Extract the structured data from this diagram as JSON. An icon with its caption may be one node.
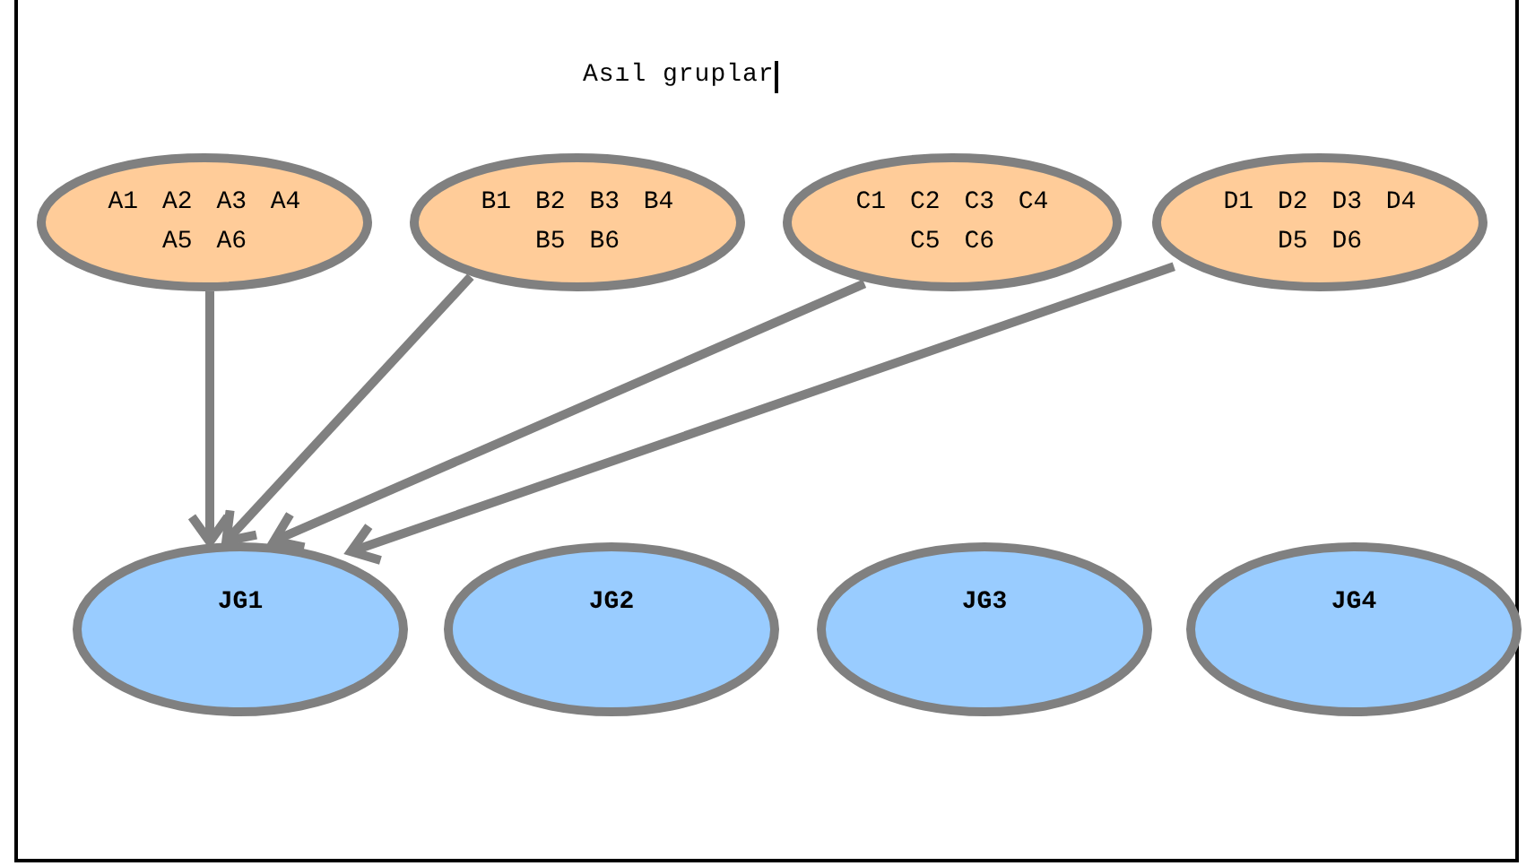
{
  "diagram": {
    "title": "Asıl gruplar",
    "nodes": [
      {
        "text": [
          "A1 A2 A3 A4 A5 A6"
        ]
      },
      {
        "text": [
          "B1 B2 B3 B4 B5 B6"
        ]
      },
      {
        "text": [
          "C1 C2 C3 C4 C5 C6"
        ]
      },
      {
        "text": [
          "D1 D2 D3 D4 D5 D6"
        ]
      },
      {
        "text": [
          "JG1"
        ]
      },
      {
        "text": [
          "JG2"
        ]
      },
      {
        "text": [
          "JG3"
        ]
      },
      {
        "text": [
          "JG4"
        ]
      }
    ],
    "edges": [
      {
        "from": 0,
        "to": 4,
        "arrow": "to"
      },
      {
        "from": 1,
        "to": 4,
        "arrow": "to"
      },
      {
        "from": 2,
        "to": 4,
        "arrow": "to"
      },
      {
        "from": 3,
        "to": 4,
        "arrow": "to"
      }
    ]
  }
}
